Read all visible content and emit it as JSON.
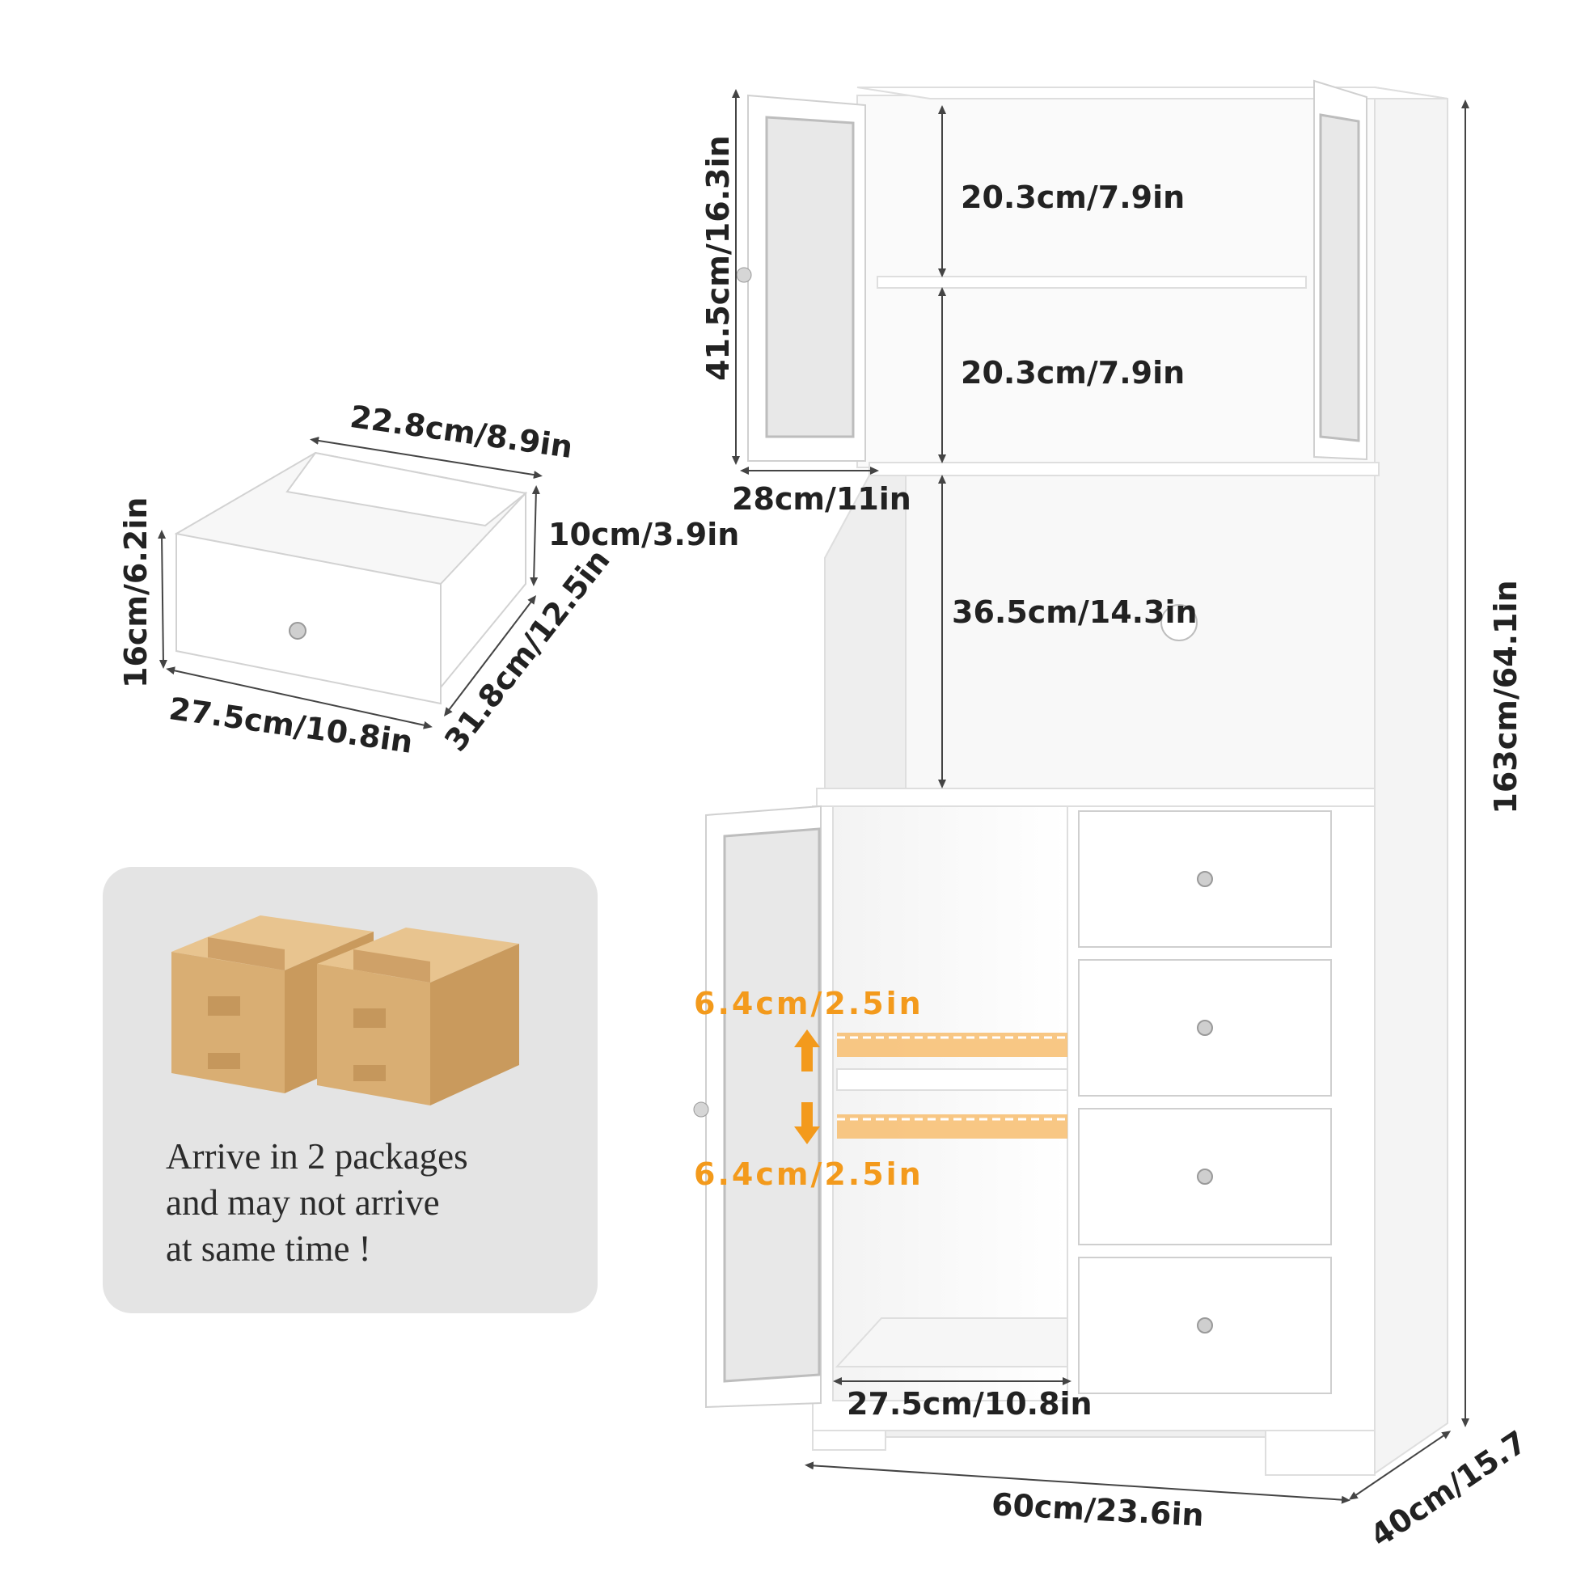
{
  "colors": {
    "text": "#222222",
    "accent_orange": "#f39a1c",
    "panel_gray": "#e4e4e4",
    "cabinet_white": "#ffffff",
    "box_brown": "#d8b27c"
  },
  "dimensions": {
    "top_shelf_height": "20.3cm/7.9in",
    "upper_shelf_height": "20.3cm/7.9in",
    "upper_cabinet_height": "41.5cm/16.3in",
    "door_width": "28cm/11in",
    "middle_open_height": "36.5cm/14.3in",
    "total_height": "163cm/64.1in",
    "inner_width_bottom": "27.5cm/10.8in",
    "total_width": "60cm/23.6in",
    "total_depth": "40cm/15.7",
    "shelf_adjust_up": "6.4cm/2.5in",
    "shelf_adjust_down": "6.4cm/2.5in"
  },
  "drawer": {
    "depth_top": "22.8cm/8.9in",
    "inner_height": "10cm/3.9in",
    "outer_height": "16cm/6.2in",
    "width": "27.5cm/10.8in",
    "side_depth": "31.8cm/12.5in"
  },
  "package_notice": {
    "line1": "Arrive in 2 packages",
    "line2": "and may not arrive",
    "line3": "at same time !",
    "icon": "cardboard-box-icon"
  }
}
